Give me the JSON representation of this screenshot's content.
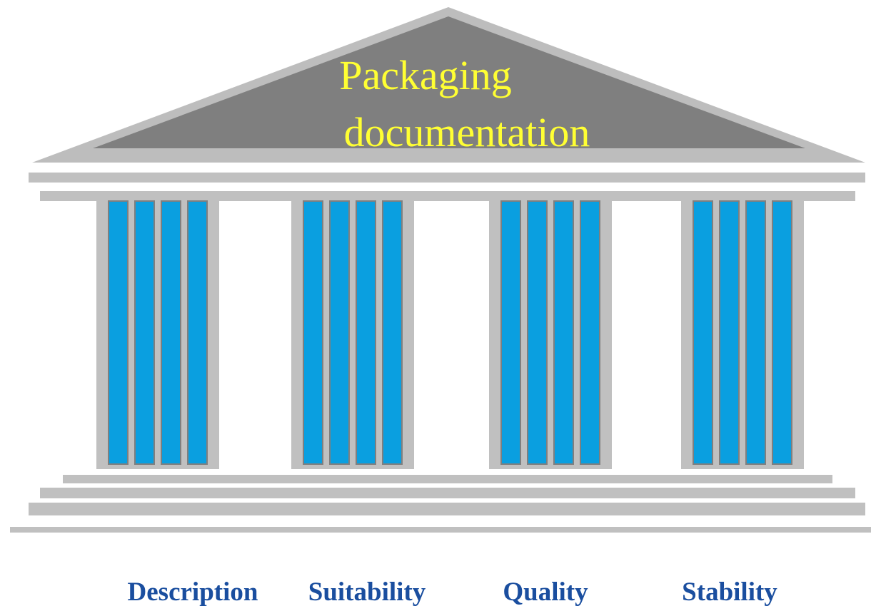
{
  "roof": {
    "title_line1": "Packaging",
    "title_line2": "documentation"
  },
  "pillars": [
    {
      "label": "Description"
    },
    {
      "label": "Suitability"
    },
    {
      "label": "Quality"
    },
    {
      "label": "Stability"
    }
  ],
  "colors": {
    "roof_outer": "#bdbdbd",
    "roof_inner": "#7f7f7f",
    "title_text": "#ffff33",
    "structure_gray": "#c0c0c0",
    "flute_blue": "#0a9fe0",
    "flute_border": "#7f7f7f",
    "label_text": "#1a4e9f"
  }
}
